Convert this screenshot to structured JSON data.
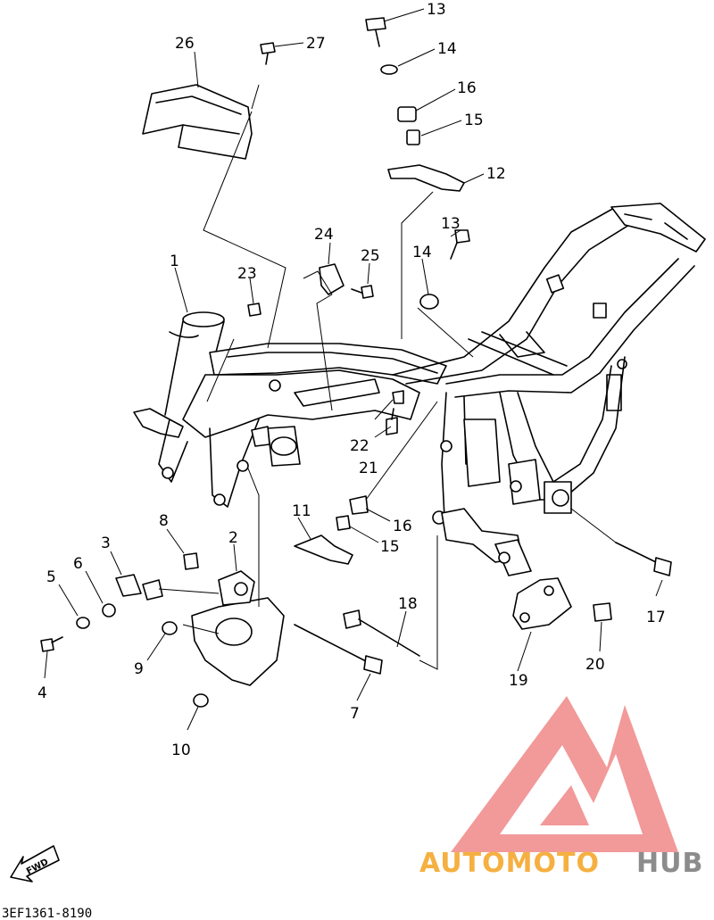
{
  "diagram": {
    "callouts": [
      "1",
      "2",
      "3",
      "4",
      "5",
      "6",
      "7",
      "8",
      "9",
      "10",
      "11",
      "12",
      "13",
      "14",
      "15",
      "16",
      "17",
      "18",
      "19",
      "20",
      "21",
      "22",
      "23",
      "24",
      "25",
      "26",
      "27"
    ],
    "repeat_callouts": [
      "13",
      "14",
      "15",
      "16"
    ],
    "direction_label": "FWD",
    "drawing_code": "3EF1361-8190"
  },
  "watermark": {
    "brand_part1": "AUTOMOTO",
    "brand_part2": "HUB",
    "colors": {
      "logo": "#f08080",
      "part1": "#f5b041",
      "part2": "#8c8c8c"
    }
  }
}
